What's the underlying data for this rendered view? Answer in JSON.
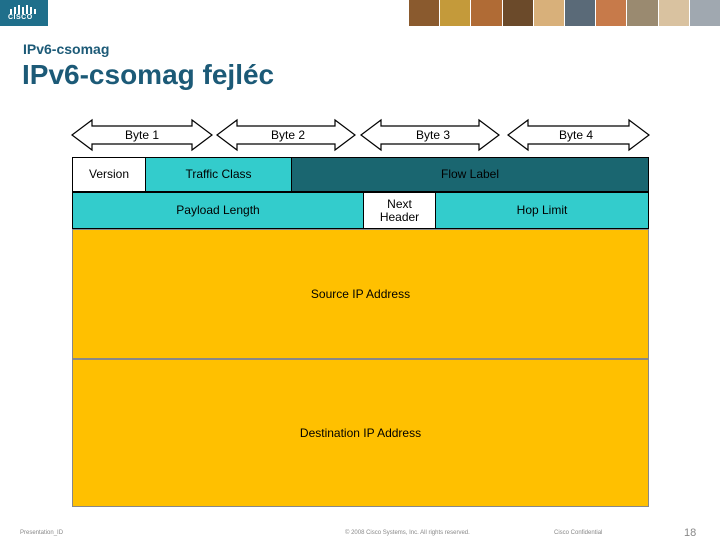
{
  "header": {
    "logo_text": "CISCO",
    "photo_colors": [
      "#8a5a2e",
      "#c49a3a",
      "#b06b35",
      "#6b4a2a",
      "#d8b07a",
      "#5a6a78",
      "#c77a4a",
      "#9a8a70",
      "#d9c2a0",
      "#a0a8b0"
    ]
  },
  "slide": {
    "subtitle": "IPv6-csomag",
    "title": "IPv6-csomag fejléc"
  },
  "bytes": {
    "byte1": "Byte 1",
    "byte2": "Byte 2",
    "byte3": "Byte 3",
    "byte4": "Byte 4"
  },
  "fields": {
    "version": "Version",
    "traffic_class": "Traffic Class",
    "flow_label": "Flow Label",
    "payload_length": "Payload Length",
    "next_header_line1": "Next",
    "next_header_line2": "Header",
    "hop_limit": "Hop Limit",
    "source": "Source IP Address",
    "destination": "Destination IP Address"
  },
  "colors": {
    "title": "#1c5a77",
    "cyan": "#33cccc",
    "teal": "#1a6670",
    "yellow": "#ffc000"
  },
  "footer": {
    "presentation": "Presentation_ID",
    "copyright": "© 2008 Cisco Systems, Inc. All rights reserved.",
    "confidential": "Cisco Confidential",
    "page_number": "18"
  }
}
